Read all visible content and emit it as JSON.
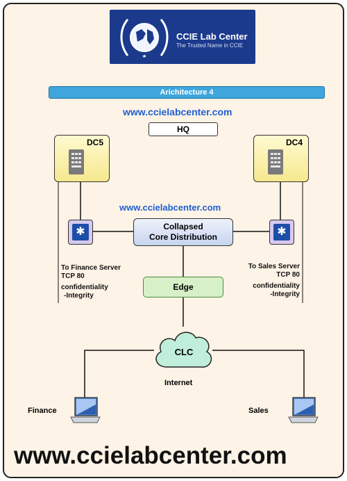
{
  "logo": {
    "title": "CCIE Lab Center",
    "subtitle": "The Trusted Name in CCIE"
  },
  "architecture_label": "Arichitecture 4",
  "url_top": "www.ccielabcenter.com",
  "url_middle": "www.ccielabcenter.com",
  "url_bottom": "www.ccielabcenter.com",
  "hq_label": "HQ",
  "dc_left_label": "DC5",
  "dc_right_label": "DC4",
  "core": {
    "line1": "Collapsed",
    "line2": "Core Distribution"
  },
  "edge_label": "Edge",
  "cloud_label": "CLC",
  "internet_label": "Internet",
  "finance_note": {
    "line1": "To Finance Server",
    "line2": "TCP 80",
    "line3": "confidentiality",
    "line4": "-Integrity"
  },
  "sales_note": {
    "line1": "To Sales Server",
    "line2": "TCP 80",
    "line3": "confidentiality",
    "line4": "-Integrity"
  },
  "finance_label": "Finance",
  "sales_label": "Sales",
  "colors": {
    "logo_bg": "#1b3a8c",
    "bar": "#3ea6dd",
    "url": "#1f5fd1",
    "background": "#fdf3e6"
  }
}
